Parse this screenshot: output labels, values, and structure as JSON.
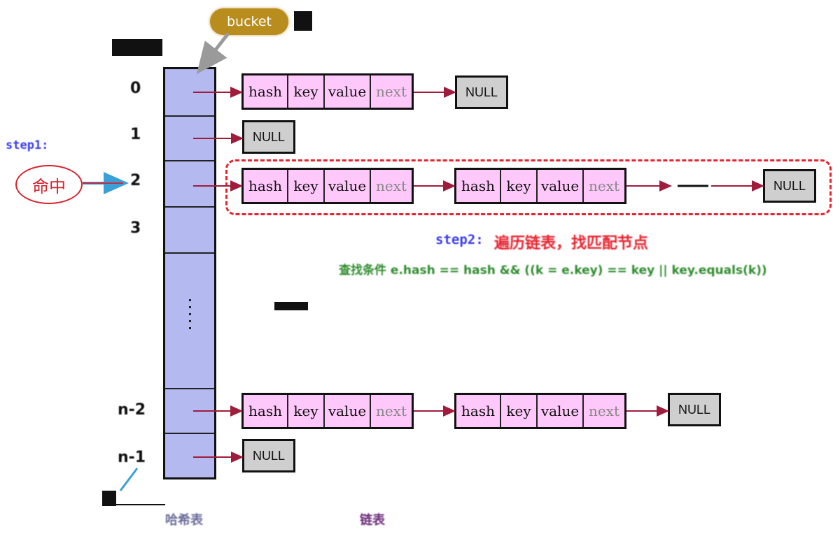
{
  "bucket_label": "bucket",
  "hit_label": "命中",
  "step1_label": "step1:",
  "step2_label": "step2:",
  "step2_desc": "遍历链表，找匹配节点",
  "condition": "查找条件 e.hash == hash && ((k = e.key) == key || key.equals(k))",
  "index_labels": [
    "0",
    "1",
    "2",
    "3",
    "n-2",
    "n-1"
  ],
  "node_fields": [
    "hash",
    "key",
    "value",
    "next"
  ],
  "null_label": "NULL",
  "legend": {
    "bucket": "哈希表",
    "list": "链表"
  },
  "colors": {
    "bucket_fill": "#b4b9f0",
    "node_fill": "#ffc8fb",
    "null_fill": "#cfcfcf",
    "arrow": "#a01c3c",
    "highlight": "#e8222e"
  }
}
